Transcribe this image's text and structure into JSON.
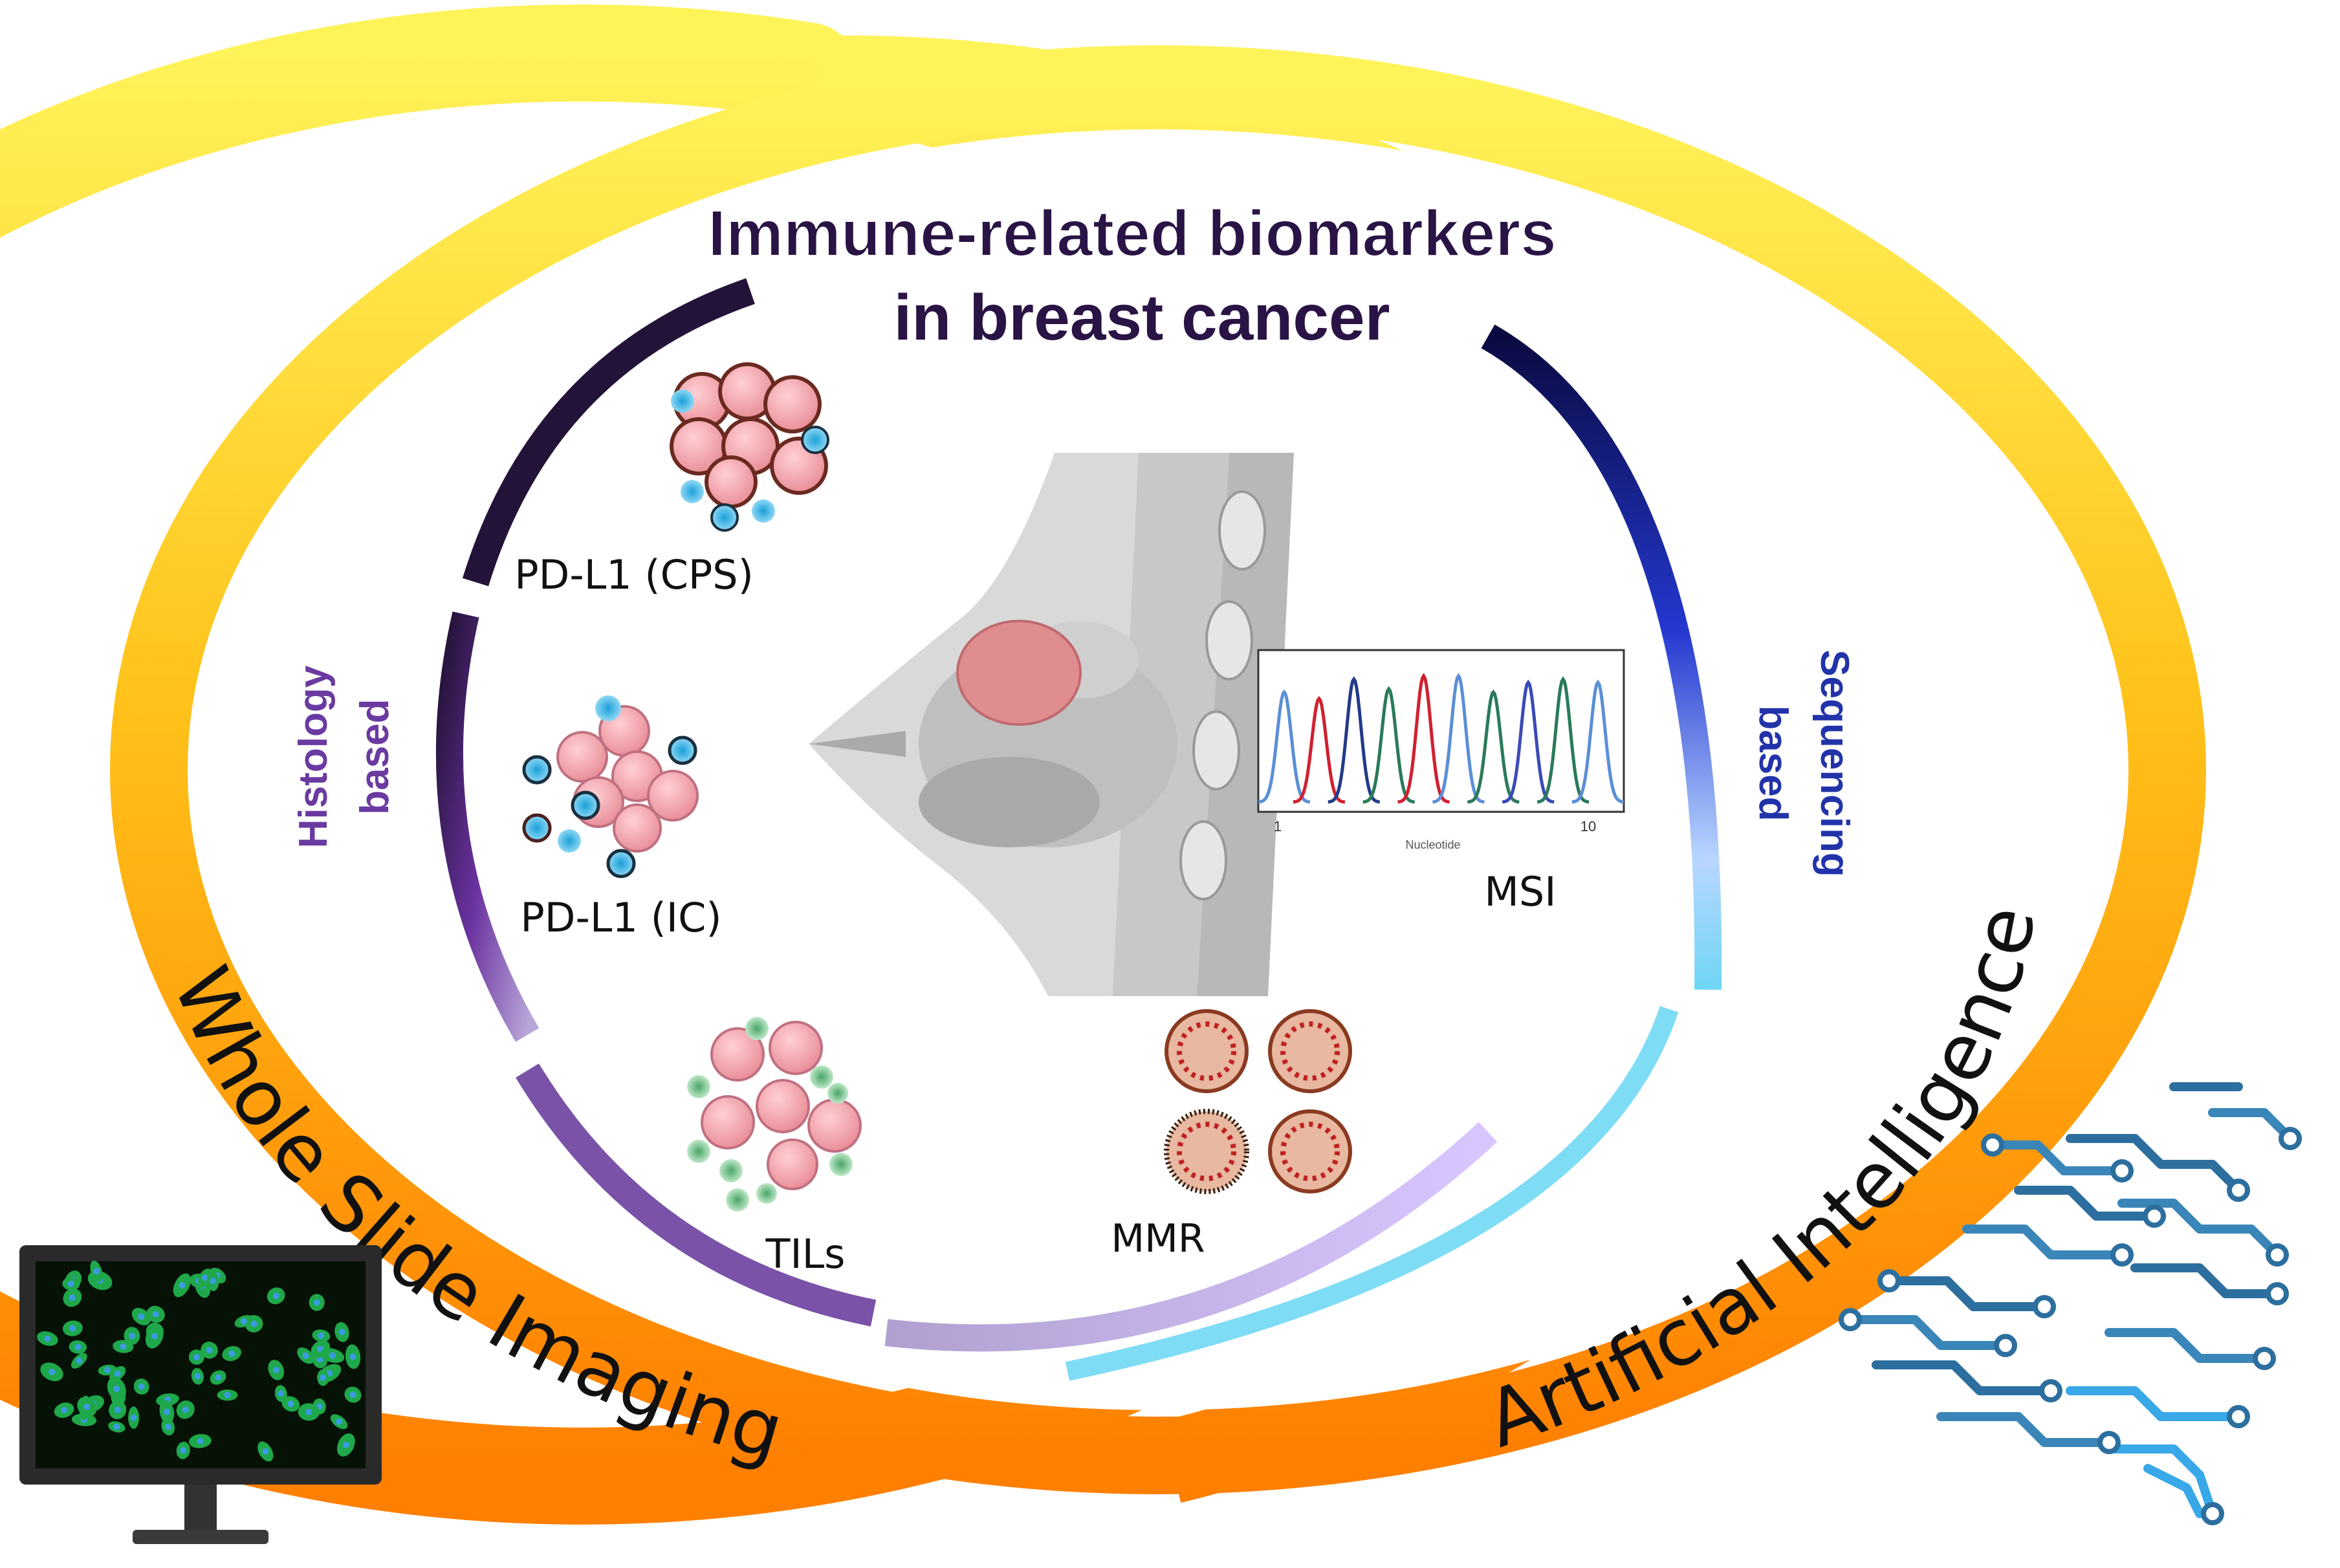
{
  "title": {
    "line1": "Immune-related biomarkers",
    "line2": "in breast cancer"
  },
  "outer_ring": {
    "left_label": "Whole Slide Imaging",
    "right_label": "Artificial Intelligence"
  },
  "categories": {
    "histology_line1": "Histology",
    "histology_line2": "based",
    "sequencing_line1": "Sequencing",
    "sequencing_line2": "based"
  },
  "biomarkers": {
    "pdl1_cps": "PD-L1 (CPS)",
    "pdl1_ic": "PD-L1 (IC)",
    "tils": "TILs",
    "mmr": "MMR",
    "msi": "MSI"
  },
  "msi_chart": {
    "xlabel": "Nucleotide",
    "tick_left": "1",
    "tick_right": "10"
  },
  "colors": {
    "ring_yellow": "#ffd21f",
    "ring_orange": "#ff8a00",
    "title_purple": "#2a1345",
    "histology_purple": "#6a3aa0",
    "sequencing_blue": "#2233aa",
    "dark_navy": "#0b0b4a"
  },
  "icons": {
    "monitor": "monitor-icon",
    "brain": "circuit-brain-icon",
    "breast": "breast-anatomy-icon"
  }
}
